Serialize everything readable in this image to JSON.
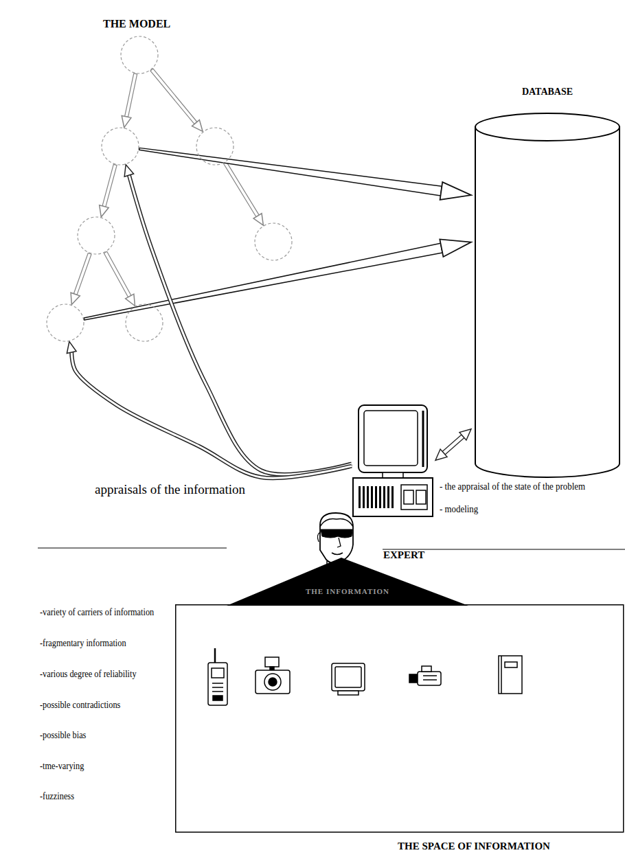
{
  "diagram": {
    "nodes": [
      {
        "text": []
      },
      {
        "text": []
      },
      {
        "text": []
      },
      {
        "text": []
      },
      {
        "text": []
      },
      {
        "text": []
      },
      {
        "text": []
      },
      {
        "text": [
          "DATABASE"
        ]
      },
      {
        "text": []
      },
      {
        "text": [
          "EXPERT"
        ]
      },
      {
        "text": [
          "THE INFORMATION"
        ]
      },
      {
        "text": [
          "THE SPACE OF INFORMATION"
        ]
      }
    ],
    "edges": [
      {
        "from": 0,
        "to": 1,
        "arrow": "to"
      },
      {
        "from": 0,
        "to": 2,
        "arrow": "to"
      },
      {
        "from": 1,
        "to": 3,
        "arrow": "to"
      },
      {
        "from": 2,
        "to": 4,
        "arrow": "to"
      },
      {
        "from": 3,
        "to": 5,
        "arrow": "to"
      },
      {
        "from": 3,
        "to": 6,
        "arrow": "to"
      },
      {
        "from": 1,
        "to": 7,
        "arrow": "to"
      },
      {
        "from": 5,
        "to": 7,
        "arrow": "to"
      },
      {
        "from": 8,
        "to": 1,
        "arrow": "to"
      },
      {
        "from": 8,
        "to": 5,
        "arrow": "to"
      },
      {
        "from": 8,
        "to": 7,
        "arrow": "both"
      }
    ],
    "labels": [
      "THE MODEL",
      "appraisals of the information",
      "- the appraisal of the state of the problem",
      "- modeling",
      "-variety of carriers of information",
      "-fragmentary information",
      "-various degree of reliability",
      "-possible contradictions",
      "-possible bias",
      "-tme-varying",
      "-fuzziness"
    ]
  }
}
